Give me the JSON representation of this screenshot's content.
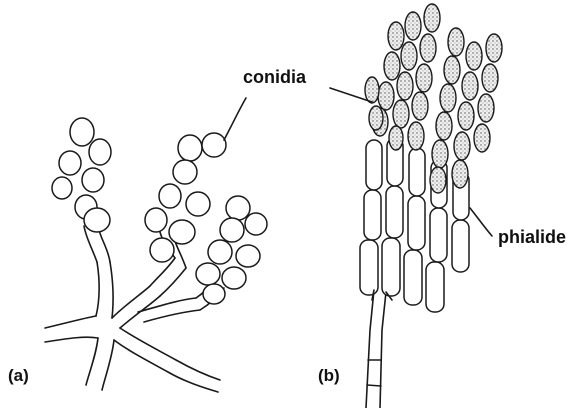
{
  "labels": {
    "conidia": "conidia",
    "phialide": "phialide"
  },
  "panels": {
    "a": "(a)",
    "b": "(b)"
  },
  "colors": {
    "line": "#1a1a1a",
    "spore_fill": "#e9e9e9",
    "background": "#ffffff"
  }
}
